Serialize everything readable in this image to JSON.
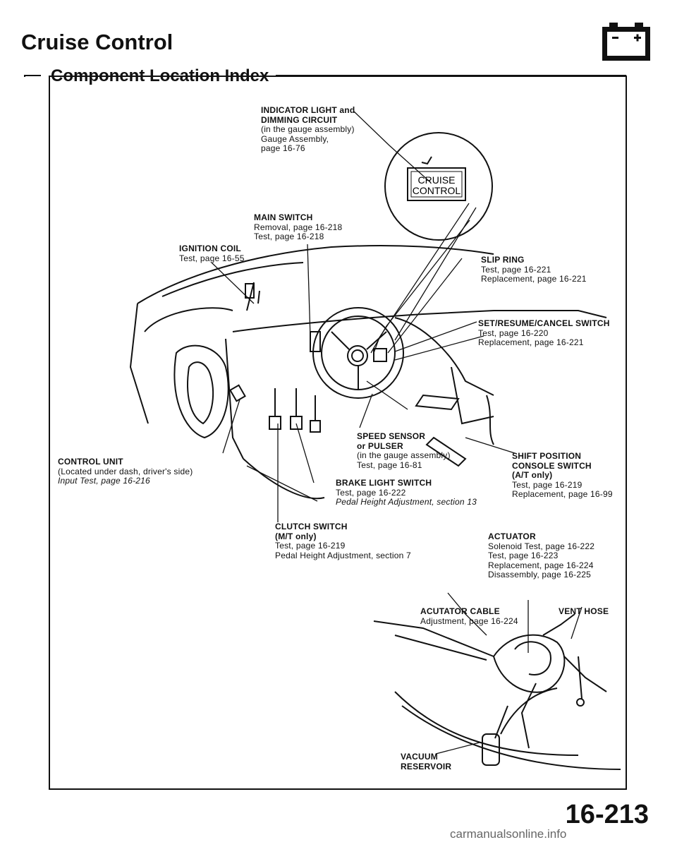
{
  "header": {
    "title": "Cruise Control",
    "subtitle": "Component Location Index",
    "battery_icon": "battery-icon"
  },
  "badge": {
    "line1": "CRUISE",
    "line2": "CONTROL"
  },
  "labels": {
    "indicator": {
      "h1": "INDICATOR LIGHT and",
      "h2": "DIMMING CIRCUIT",
      "l1": "(in the gauge assembly)",
      "l2": "Gauge Assembly,",
      "l3": "page 16-76"
    },
    "main_switch": {
      "h": "MAIN SWITCH",
      "l1": "Removal, page 16-218",
      "l2": "Test, page 16-218"
    },
    "ignition": {
      "h": "IGNITION COIL",
      "l1": "Test, page 16-55"
    },
    "slip_ring": {
      "h": "SLIP RING",
      "l1": "Test, page 16-221",
      "l2": "Replacement, page 16-221"
    },
    "set_resume": {
      "h": "SET/RESUME/CANCEL SWITCH",
      "l1": "Test, page 16-220",
      "l2": "Replacement, page 16-221"
    },
    "speed_sensor": {
      "h1": "SPEED SENSOR",
      "h2": "or PULSER",
      "l1": "(in the gauge assembly)",
      "l2": "Test, page 16-81"
    },
    "control_unit": {
      "h": "CONTROL UNIT",
      "l1": "(Located under dash, driver's side)",
      "l2": "Input Test, page 16-216"
    },
    "shift_position": {
      "h1": "SHIFT POSITION",
      "h2": "CONSOLE SWITCH",
      "h3": "(A/T only)",
      "l1": "Test, page 16-219",
      "l2": "Replacement, page 16-99"
    },
    "brake_light": {
      "h": "BRAKE LIGHT SWITCH",
      "l1": "Test, page 16-222",
      "l2": "Pedal Height Adjustment, section 13"
    },
    "clutch": {
      "h1": "CLUTCH SWITCH",
      "h2": "(M/T only)",
      "l1": "Test, page 16-219",
      "l2": "Pedal Height Adjustment, section 7"
    },
    "actuator": {
      "h": "ACTUATOR",
      "l1": "Solenoid Test, page 16-222",
      "l2": "Test, page 16-223",
      "l3": "Replacement, page 16-224",
      "l4": "Disassembly, page 16-225"
    },
    "actuator_cable": {
      "h": "ACUTATOR CABLE",
      "l1": "Adjustment, page 16-224"
    },
    "vent_hose": {
      "h": "VENT HOSE"
    },
    "vacuum": {
      "h1": "VACUUM",
      "h2": "RESERVOIR"
    }
  },
  "footer": {
    "page_number": "16-213",
    "watermark": "carmanualsonline.info"
  }
}
